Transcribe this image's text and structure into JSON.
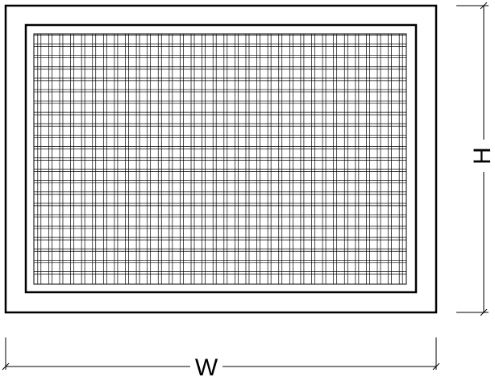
{
  "diagram": {
    "dimension_labels": {
      "width": "W",
      "height": "H"
    },
    "grille": {
      "horizontal_slats": 22,
      "vertical_bars": 34
    },
    "colors": {
      "line": "#000000",
      "background": "#ffffff"
    }
  }
}
